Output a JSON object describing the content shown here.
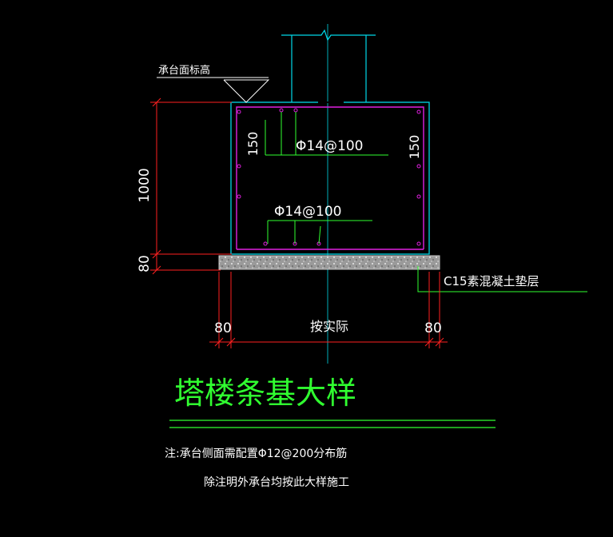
{
  "drawing": {
    "level_label": "承台面标高",
    "dim_height_body": "1000",
    "dim_height_pad": "80",
    "cover_left": "150",
    "cover_right": "150",
    "rebar_top": "Φ14@100",
    "rebar_bottom": "Φ14@100",
    "pad_label": "C15素混凝土垫层",
    "dim_left_offset": "80",
    "dim_right_offset": "80",
    "dim_width": "按实际",
    "title": "塔楼条基大样",
    "note_line1": "注:承台侧面需配置Φ12@200分布筋",
    "note_line2": "除注明外承台均按此大样施工"
  },
  "colors": {
    "background": "#000000",
    "column": "#00d8e8",
    "rebar": "#e020e0",
    "dimension": "#ff2020",
    "leader": "#30ff30",
    "text": "#ffffff",
    "title": "#30ff30",
    "pad": "#c8c8c8"
  }
}
